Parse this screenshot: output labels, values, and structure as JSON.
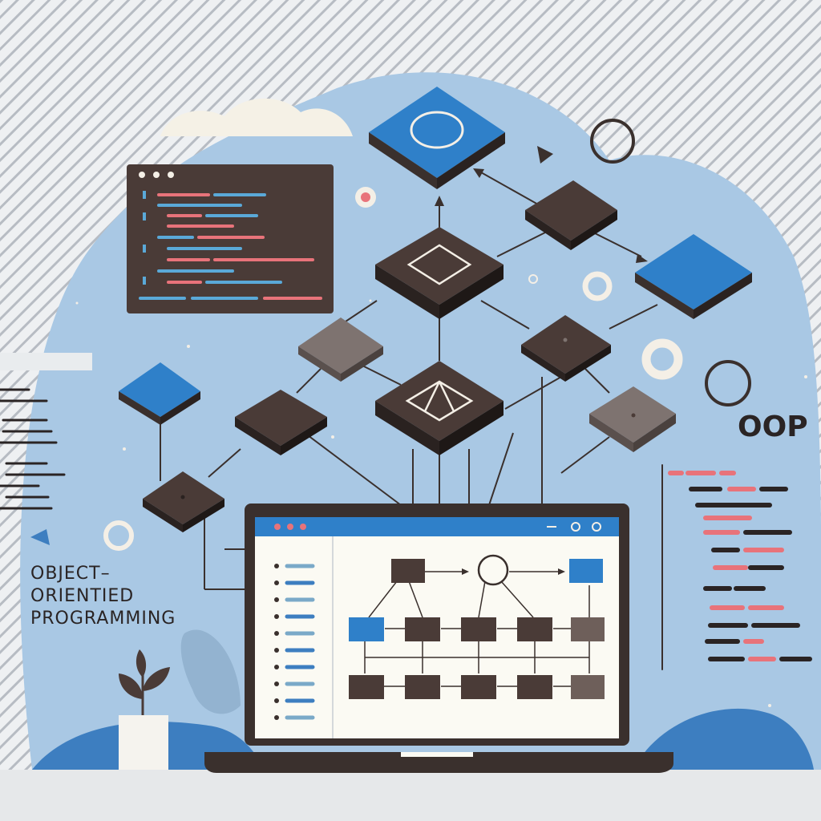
{
  "labels": {
    "left_line1": "OBJECT–",
    "left_line2": "ORIENTIED",
    "left_line3": "PROGRAMMING",
    "oop": "OOP"
  },
  "icons": [
    "code-window-icon",
    "laptop-icon",
    "class-diagram-icon",
    "plant-icon",
    "cloud-icon"
  ],
  "colors": {
    "background": "#eef0f2",
    "blob": "#a9c8e4",
    "dark_node": "#4a3b37",
    "blue_node": "#2f80c9",
    "gray_node": "#7e7370",
    "code_pink": "#e8737a",
    "code_blue": "#5aa9d8",
    "screen": "#fbfaf3"
  }
}
